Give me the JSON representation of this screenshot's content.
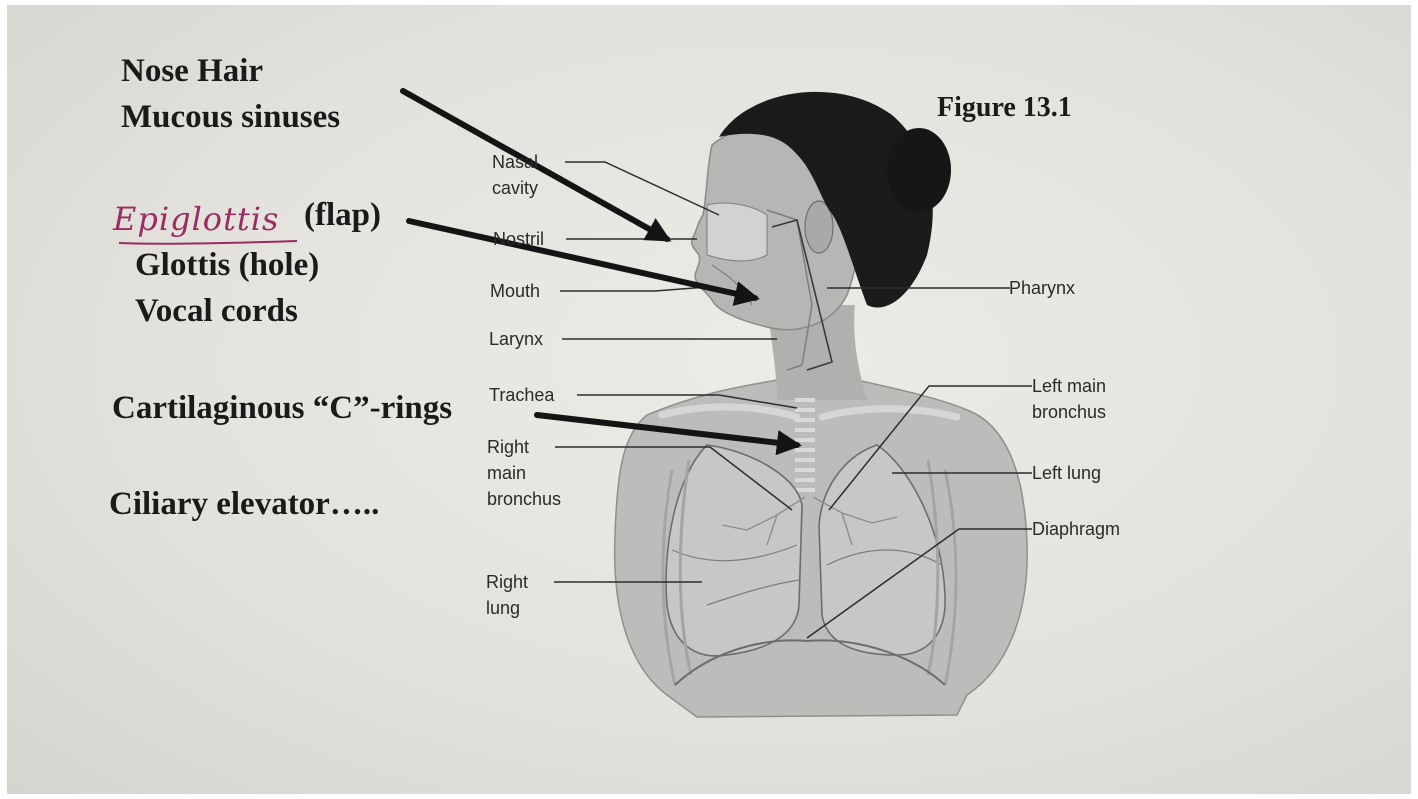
{
  "figure_title": "Figure 13.1",
  "handwritten_note": "Epiglottis",
  "notes": {
    "nose_hair": "Nose Hair",
    "mucous_sinuses": "Mucous sinuses",
    "flap": "(flap)",
    "glottis": "Glottis  (hole)",
    "vocal_cords": "Vocal cords",
    "c_rings": "Cartilaginous “C”-rings",
    "ciliary": "Ciliary elevator….."
  },
  "labels": {
    "nasal_cavity": [
      "Nasal",
      "cavity"
    ],
    "nostril": "Nostril",
    "mouth": "Mouth",
    "larynx": "Larynx",
    "trachea": "Trachea",
    "right_main_bronchus": [
      "Right",
      "main",
      "bronchus"
    ],
    "right_lung": [
      "Right",
      "lung"
    ],
    "pharynx": "Pharynx",
    "left_main_bronchus": [
      "Left main",
      "bronchus"
    ],
    "left_lung": "Left lung",
    "diaphragm": "Diaphragm"
  },
  "colors": {
    "paper": "#e6e5e0",
    "ink": "#1a1a1a",
    "handwriting": "#9c2a63",
    "hair": "#1b1b1b",
    "skin": "#b4b4b2"
  }
}
